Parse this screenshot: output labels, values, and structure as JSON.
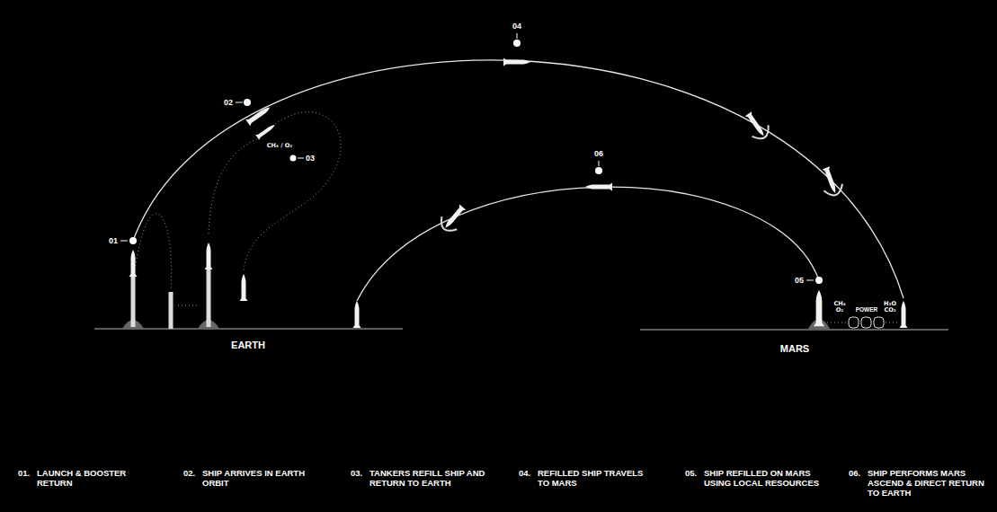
{
  "diagram": {
    "labels": [
      "01",
      "02",
      "CH₄ / O₂",
      "03",
      "04",
      "06",
      "05",
      "CH₄ O₂",
      "POWER",
      "H₂O CO₂",
      "EARTH",
      "MARS",
      "01.",
      "LAUNCH & BOOSTER RETURN",
      "02.",
      "SHIP ARRIVES IN EARTH ORBIT",
      "03.",
      "TANKERS REFILL SHIP AND RETURN TO EARTH",
      "04.",
      "REFILLED SHIP TRAVELS TO MARS",
      "05.",
      "SHIP REFILLED ON MARS USING LOCAL RESOURCES",
      "06.",
      "SHIP PERFORMS MARS ASCEND & DIRECT RETURN TO EARTH"
    ]
  }
}
